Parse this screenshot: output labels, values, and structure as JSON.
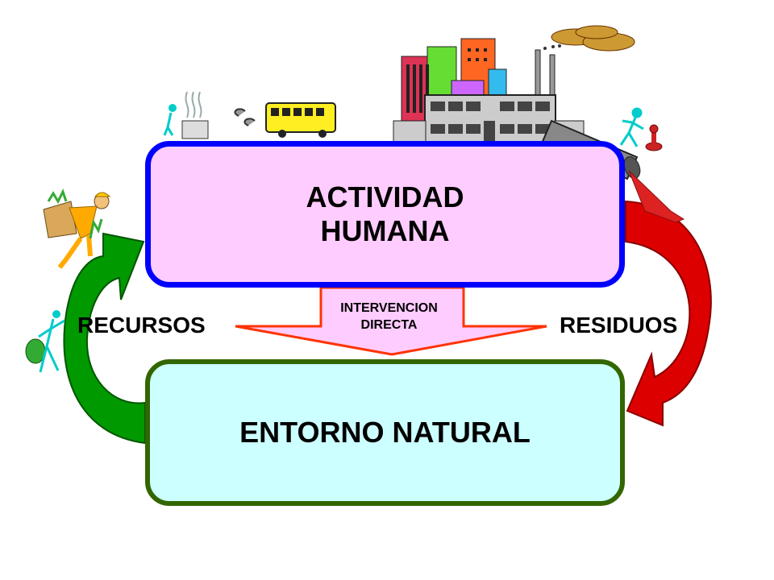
{
  "diagram": {
    "top_box": {
      "line1": "ACTIVIDAD",
      "line2": "HUMANA"
    },
    "bottom_box": {
      "label": "ENTORNO NATURAL"
    },
    "left_arrow_label": "RECURSOS",
    "right_arrow_label": "RESIDUOS",
    "center_arrow_label": {
      "line1": "INTERVENCION",
      "line2": "DIRECTA"
    }
  },
  "colors": {
    "human_box_fill": "#ffccff",
    "human_box_border": "#0000ff",
    "nature_box_fill": "#ccffff",
    "nature_box_border": "#336600",
    "resources_arrow": "#009900",
    "waste_arrow": "#dd0000",
    "intervention_arrow_fill": "#ffccff",
    "intervention_arrow_border": "#ff3300"
  },
  "illustrations": [
    "radiator-icon",
    "bus-icon",
    "city-buildings-icon",
    "factory-icon",
    "smoke-cloud-icon",
    "pipe-icon",
    "farmer-icon",
    "hiker-icon",
    "worker-icon",
    "valve-icon"
  ]
}
